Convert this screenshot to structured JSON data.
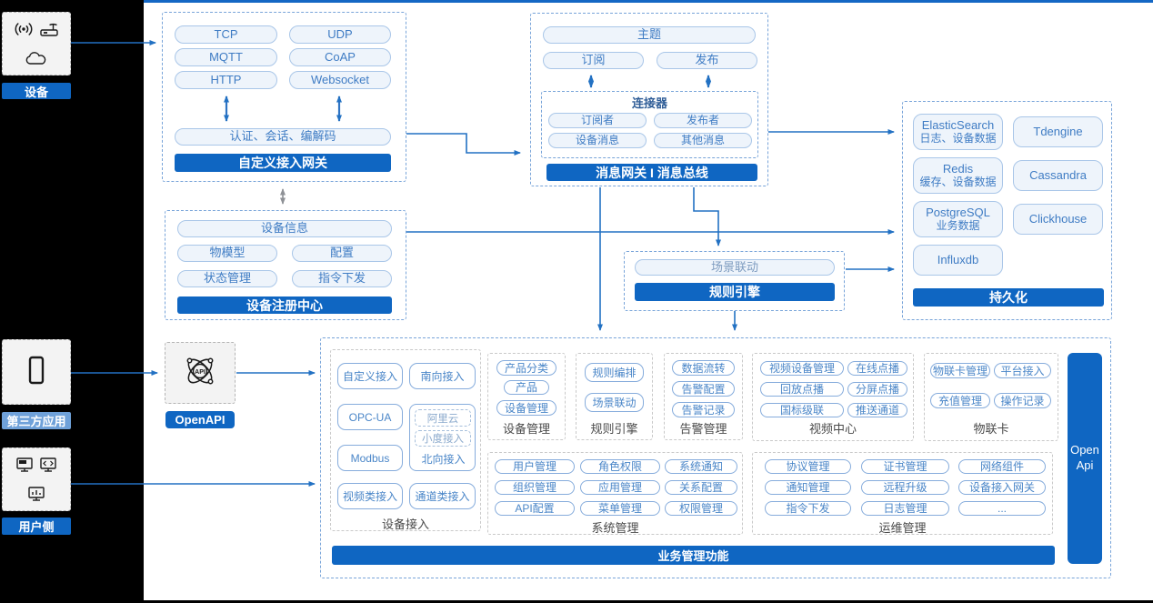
{
  "colors": {
    "primary_blue": "#0f66c2",
    "top_border_blue": "#1467c4",
    "light_label_blue": "#6fa1d9",
    "node_border_blue": "#86acdc",
    "node_text_blue": "#4a86c8",
    "arrow_blue": "#2271c3",
    "dashed_box_blue": "#78a4d9",
    "group_dashed_gray": "#c9c9c9"
  },
  "sidebar": {
    "device_label": "设备",
    "third_party_label": "第三方应用",
    "user_side_label": "用户侧"
  },
  "custom_gateway": {
    "title": "自定义接入网关",
    "protocols": [
      "TCP",
      "UDP",
      "MQTT",
      "CoAP",
      "HTTP",
      "Websocket"
    ],
    "middleware": "认证、会话、编解码"
  },
  "message_bus": {
    "title": "消息网关 I 消息总线",
    "topic": "主题",
    "subscribe": "订阅",
    "publish": "发布",
    "connector": {
      "title": "连接器",
      "items": [
        "订阅者",
        "发布者",
        "设备消息",
        "其他消息"
      ]
    }
  },
  "persistence": {
    "title": "持久化",
    "stores": [
      {
        "name": "ElasticSearch",
        "desc": "日志、设备数据"
      },
      {
        "name": "Tdengine",
        "desc": ""
      },
      {
        "name": "Redis",
        "desc": "缓存、设备数据"
      },
      {
        "name": "Cassandra",
        "desc": ""
      },
      {
        "name": "PostgreSQL",
        "desc": "业务数据"
      },
      {
        "name": "Clickhouse",
        "desc": ""
      },
      {
        "name": "Influxdb",
        "desc": ""
      }
    ]
  },
  "device_registry": {
    "title": "设备注册中心",
    "device_info": "设备信息",
    "items": [
      "物模型",
      "配置",
      "状态管理",
      "指令下发"
    ]
  },
  "rule_engine_box": {
    "title": "规则引擎",
    "scene_linkage": "场景联动"
  },
  "openapi": {
    "label": "OpenAPI"
  },
  "open_api_bar": {
    "line1": "Open",
    "line2": "Api"
  },
  "business": {
    "title": "业务管理功能",
    "device_access": {
      "label": "设备接入",
      "custom": "自定义接入",
      "south": "南向接入",
      "opcua": "OPC-UA",
      "north_label": "北向接入",
      "aliyun": "阿里云",
      "xiaodu": "小度接入",
      "modbus": "Modbus",
      "video": "视频类接入",
      "channel": "通道类接入"
    },
    "device_mgmt": {
      "label": "设备管理",
      "items": [
        "产品分类",
        "产品",
        "设备管理"
      ]
    },
    "rule_engine": {
      "label": "规则引擎",
      "items": [
        "规则编排",
        "场景联动"
      ]
    },
    "alarm": {
      "label": "告警管理",
      "items": [
        "数据流转",
        "告警配置",
        "告警记录"
      ]
    },
    "video_center": {
      "label": "视频中心",
      "items": [
        "视频设备管理",
        "在线点播",
        "回放点播",
        "分屏点播",
        "国标级联",
        "推送通道"
      ]
    },
    "iot_card": {
      "label": "物联卡",
      "items": [
        "物联卡管理",
        "平台接入",
        "充值管理",
        "操作记录"
      ]
    },
    "system_mgmt": {
      "label": "系统管理",
      "items": [
        "用户管理",
        "角色权限",
        "系统通知",
        "组织管理",
        "应用管理",
        "关系配置",
        "API配置",
        "菜单管理",
        "权限管理"
      ]
    },
    "ops_mgmt": {
      "label": "运维管理",
      "items": [
        "协议管理",
        "证书管理",
        "网络组件",
        "通知管理",
        "远程升级",
        "设备接入网关",
        "指令下发",
        "日志管理",
        "..."
      ]
    }
  }
}
